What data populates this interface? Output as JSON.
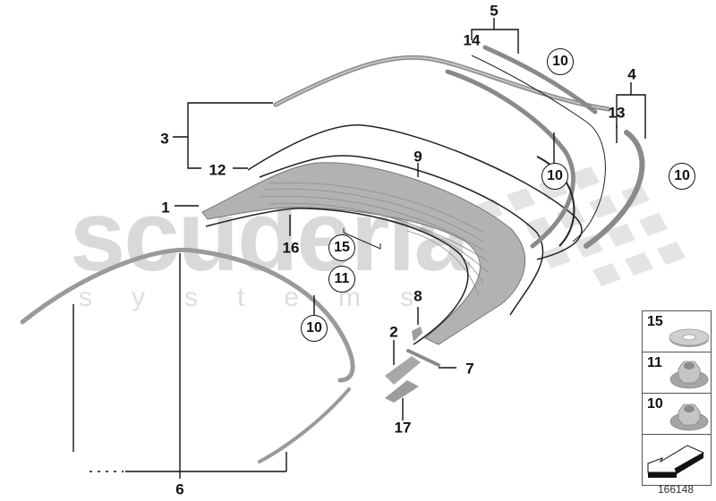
{
  "diagram": {
    "id": "166148",
    "watermark": {
      "main": "scuderia",
      "sub": "systems"
    },
    "colors": {
      "part_fill": "#a8a8a8",
      "glass_fill": "#b4b4b4",
      "line": "#111111",
      "watermark": "#d9d9d9"
    }
  },
  "labels": {
    "l1": "1",
    "l2": "2",
    "l3": "3",
    "l4": "4",
    "l5": "5",
    "l6": "6",
    "l7": "7",
    "l8": "8",
    "l9": "9",
    "l12": "12",
    "l13": "13",
    "l14": "14",
    "l16": "16",
    "l17": "17"
  },
  "callouts": {
    "c10_top": "10",
    "c10_mid": "10",
    "c10_right": "10",
    "c10_left": "10",
    "c15": "15",
    "c11": "11"
  },
  "legend": {
    "items": [
      {
        "number": "15",
        "icon": "washer-icon"
      },
      {
        "number": "11",
        "icon": "hex-flange-nut-icon"
      },
      {
        "number": "10",
        "icon": "hex-flange-nut-icon"
      },
      {
        "number": "",
        "icon": "direction-arrow-icon"
      }
    ]
  }
}
